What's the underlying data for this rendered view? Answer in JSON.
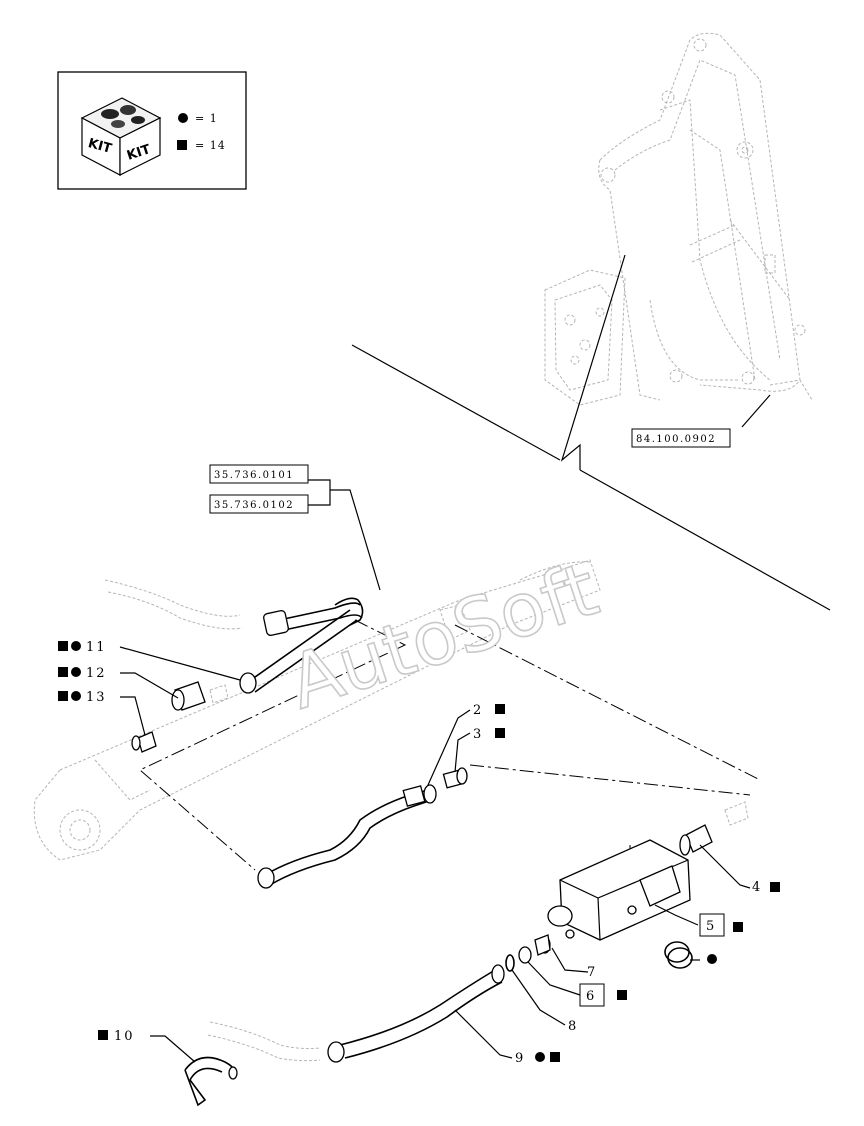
{
  "kit": {
    "icon_text_left": "KIT",
    "icon_text_right": "KIT",
    "legend": [
      {
        "symbol": "circle",
        "text": "= 1"
      },
      {
        "symbol": "square",
        "text": "= 14"
      }
    ]
  },
  "references": [
    "35.736.0101",
    "35.736.0102",
    "84.100.0902"
  ],
  "watermark": "AutoSoft",
  "callouts": [
    {
      "number": "11",
      "symbols": "■●"
    },
    {
      "number": "12",
      "symbols": "■●"
    },
    {
      "number": "13",
      "symbols": "■●"
    },
    {
      "number": "2",
      "symbols": "■"
    },
    {
      "number": "3",
      "symbols": "■"
    },
    {
      "number": "4",
      "symbols": "■"
    },
    {
      "number": "5",
      "symbols": "■"
    },
    {
      "number": "6",
      "symbols": "■"
    },
    {
      "number": "7",
      "symbols": ""
    },
    {
      "number": "8",
      "symbols": ""
    },
    {
      "number": "9",
      "symbols": "●■"
    },
    {
      "number": "10",
      "symbols": "■"
    }
  ]
}
